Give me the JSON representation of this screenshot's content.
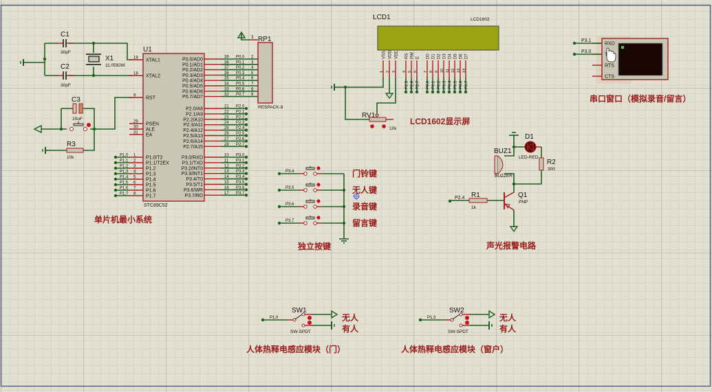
{
  "app": "Proteus ISIS schematic",
  "colors": {
    "background": "#e1e0d1",
    "wire": "#1f5f1f",
    "pin": "#b01818",
    "component_body": "#c9c7b4",
    "lcd_screen": "#9aa412",
    "annotation_text": "#9a1c1c",
    "terminal_screen": "#1a0505",
    "border": "#5a5f8c"
  },
  "sections": {
    "mcu": "单片机最小系统",
    "lcd": "LCD1602显示屏",
    "keys": "独立按键",
    "alarm": "声光报警电路",
    "serial": "串口窗口（模拟录音/留言）",
    "pir_door": "人体热释电感应模块（门）",
    "pir_window": "人体热释电感应模块（窗户）"
  },
  "mcu": {
    "ref": "U1",
    "part": "STC89C52",
    "left_pins": [
      {
        "num": "19",
        "name": "XTAL1"
      },
      {
        "num": "18",
        "name": "XTAL2"
      },
      {
        "num": "9",
        "name": "RST"
      },
      {
        "num": "29",
        "name": "PSEN"
      },
      {
        "num": "30",
        "name": "ALE"
      },
      {
        "num": "31",
        "name": "EA"
      },
      {
        "num": "1",
        "name": "P1.0/T2",
        "net": "P1.0"
      },
      {
        "num": "2",
        "name": "P1.1/T2EX",
        "net": "P1.1"
      },
      {
        "num": "3",
        "name": "P1.2",
        "net": "P1.2"
      },
      {
        "num": "4",
        "name": "P1.3",
        "net": "P1.3"
      },
      {
        "num": "5",
        "name": "P1.4",
        "net": "P1.4"
      },
      {
        "num": "6",
        "name": "P1.5",
        "net": "P1.5"
      },
      {
        "num": "7",
        "name": "P1.6",
        "net": "P1.6"
      },
      {
        "num": "8",
        "name": "P1.7",
        "net": "P1.7"
      }
    ],
    "right_pins": [
      {
        "num": "39",
        "name": "P0.0/AD0",
        "net": "P0.0",
        "rp": "2"
      },
      {
        "num": "38",
        "name": "P0.1/AD1",
        "net": "P0.1",
        "rp": "3"
      },
      {
        "num": "37",
        "name": "P0.2/AD2",
        "net": "P0.2",
        "rp": "4"
      },
      {
        "num": "36",
        "name": "P0.3/AD3",
        "net": "P0.3",
        "rp": "5"
      },
      {
        "num": "35",
        "name": "P0.4/AD4",
        "net": "P0.4",
        "rp": "6"
      },
      {
        "num": "34",
        "name": "P0.5/AD5",
        "net": "P0.5",
        "rp": "7"
      },
      {
        "num": "33",
        "name": "P0.6/AD6",
        "net": "P0.6",
        "rp": "8"
      },
      {
        "num": "32",
        "name": "P0.7/AD7",
        "net": "P0.7",
        "rp": "9"
      },
      {
        "num": "21",
        "name": "P2.0/A8",
        "net": "P2.0"
      },
      {
        "num": "22",
        "name": "P2.1/A9",
        "net": "P2.1"
      },
      {
        "num": "23",
        "name": "P2.2/A10",
        "net": "P2.2"
      },
      {
        "num": "24",
        "name": "P2.3/A11",
        "net": "P2.3"
      },
      {
        "num": "25",
        "name": "P2.4/A12",
        "net": "P2.4"
      },
      {
        "num": "26",
        "name": "P2.5/A13",
        "net": "P2.5"
      },
      {
        "num": "27",
        "name": "P2.6/A14",
        "net": "P2.6"
      },
      {
        "num": "28",
        "name": "P2.7/A15",
        "net": "P2.7"
      },
      {
        "num": "10",
        "name": "P3.0/RXD",
        "net": "P3.0"
      },
      {
        "num": "11",
        "name": "P3.1/TXD",
        "net": "P3.1"
      },
      {
        "num": "12",
        "name": "P3.2/INT0",
        "net": "P3.2"
      },
      {
        "num": "13",
        "name": "P3.3/INT1",
        "net": "P3.3"
      },
      {
        "num": "14",
        "name": "P3.4/T0",
        "net": "P3.4"
      },
      {
        "num": "15",
        "name": "P3.5/T1",
        "net": "P3.5"
      },
      {
        "num": "16",
        "name": "P3.6/WR",
        "net": "P3.6"
      },
      {
        "num": "17",
        "name": "P3.7/RD",
        "net": "P3.7"
      }
    ]
  },
  "components": {
    "c1": {
      "ref": "C1",
      "value": "30pF"
    },
    "c2": {
      "ref": "C2",
      "value": "30pF"
    },
    "c3": {
      "ref": "C3",
      "value": "10uF"
    },
    "x1": {
      "ref": "X1",
      "value": "11.0592M"
    },
    "r3": {
      "ref": "R3",
      "value": "10k"
    },
    "rp1": {
      "ref": "RP1",
      "value": "RESPACK-8",
      "pin1": "1"
    },
    "lcd1": {
      "ref": "LCD1",
      "value": "LCD1602"
    },
    "rv1": {
      "ref": "RV1",
      "value": "10k"
    },
    "d1": {
      "ref": "D1",
      "value": "LED-RED"
    },
    "buz1": {
      "ref": "BUZ1",
      "value": "BUZZER"
    },
    "r2": {
      "ref": "R2",
      "value": "300"
    },
    "r1": {
      "ref": "R1",
      "value": "1k"
    },
    "q1": {
      "ref": "Q1",
      "value": "PNP"
    },
    "sw1": {
      "ref": "SW1",
      "value": "SW-SPDT",
      "net": "P1.0"
    },
    "sw2": {
      "ref": "SW2",
      "value": "SW-SPDT",
      "net": "P1.3"
    },
    "r1_net": "P2.4"
  },
  "lcd_pins": [
    {
      "name": "VSS",
      "num": "1"
    },
    {
      "name": "VDD",
      "num": "2"
    },
    {
      "name": "VEE",
      "num": "3"
    },
    {
      "name": "RS",
      "num": "4",
      "net": "P2.5"
    },
    {
      "name": "RW",
      "num": "5",
      "net": "P2.6"
    },
    {
      "name": "E",
      "num": "6",
      "net": "P2.7"
    },
    {
      "name": "D0",
      "num": "7",
      "net": "P0.0"
    },
    {
      "name": "D1",
      "num": "8",
      "net": "P0.1"
    },
    {
      "name": "D2",
      "num": "9",
      "net": "P0.2"
    },
    {
      "name": "D3",
      "num": "10",
      "net": "P0.3"
    },
    {
      "name": "D4",
      "num": "11",
      "net": "P0.4"
    },
    {
      "name": "D5",
      "num": "12",
      "net": "P0.5"
    },
    {
      "name": "D6",
      "num": "13",
      "net": "P0.6"
    },
    {
      "name": "D7",
      "num": "14",
      "net": "P0.7"
    }
  ],
  "keys": [
    {
      "net": "P3.4",
      "label": "门铃键"
    },
    {
      "net": "P3.5",
      "label": "无人键"
    },
    {
      "net": "P3.6",
      "label": "录音键"
    },
    {
      "net": "P3.7",
      "label": "留言键"
    }
  ],
  "terminal": {
    "pins": [
      "RXD",
      "TXD",
      "RTS",
      "CTS"
    ],
    "nets": [
      "P3.1",
      "P3.0"
    ]
  },
  "switch_labels": {
    "off": "无人",
    "on": "有人"
  }
}
